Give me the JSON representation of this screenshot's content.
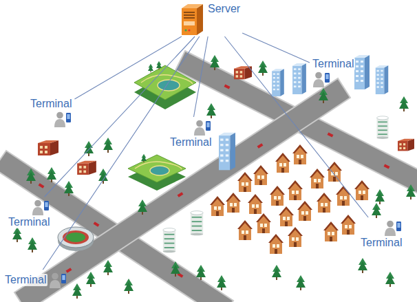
{
  "diagram": {
    "nodes": [
      {
        "text": [
          "Server"
        ]
      },
      {
        "text": [
          "Terminal"
        ]
      },
      {
        "text": [
          "Terminal"
        ]
      },
      {
        "text": [
          "Terminal"
        ]
      },
      {
        "text": [
          "Terminal"
        ]
      },
      {
        "text": [
          "Terminal"
        ]
      },
      {
        "text": [
          "Terminal"
        ]
      }
    ],
    "edges": [
      {
        "from": 0,
        "to": 1,
        "arrow": "none"
      },
      {
        "from": 0,
        "to": 2,
        "arrow": "none"
      },
      {
        "from": 0,
        "to": 3,
        "arrow": "none"
      },
      {
        "from": 0,
        "to": 4,
        "arrow": "none"
      },
      {
        "from": 0,
        "to": 5,
        "arrow": "none"
      },
      {
        "from": 0,
        "to": 6,
        "arrow": "none"
      }
    ]
  }
}
